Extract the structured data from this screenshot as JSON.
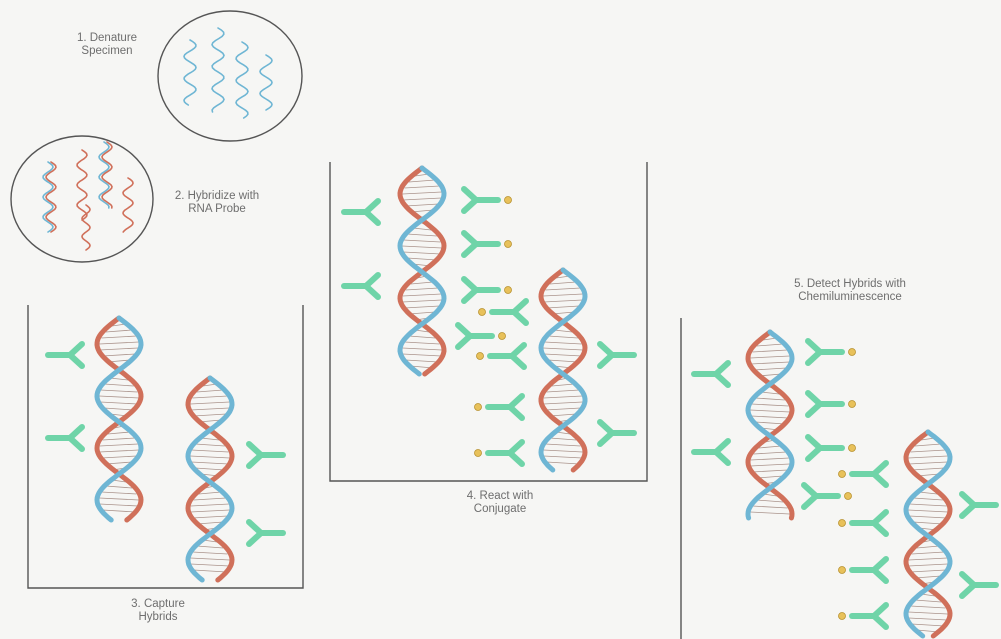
{
  "steps": [
    {
      "number": "1.",
      "line1": "Denature",
      "line2": "Specimen"
    },
    {
      "number": "2.",
      "line1": "Hybridize with",
      "line2": "RNA Probe"
    },
    {
      "number": "3.",
      "line1": "Capture",
      "line2": "Hybrids"
    },
    {
      "number": "4.",
      "line1": "React with",
      "line2": "Conjugate"
    },
    {
      "number": "5.",
      "line1": "Detect Hybrids with",
      "line2": "Chemiluminescence"
    }
  ],
  "colors": {
    "dna_blue": "#6fb6d4",
    "dna_red": "#d0705a",
    "antibody": "#6fd4a8",
    "conjugate_dot": "#e8c15a",
    "line": "#555555"
  }
}
